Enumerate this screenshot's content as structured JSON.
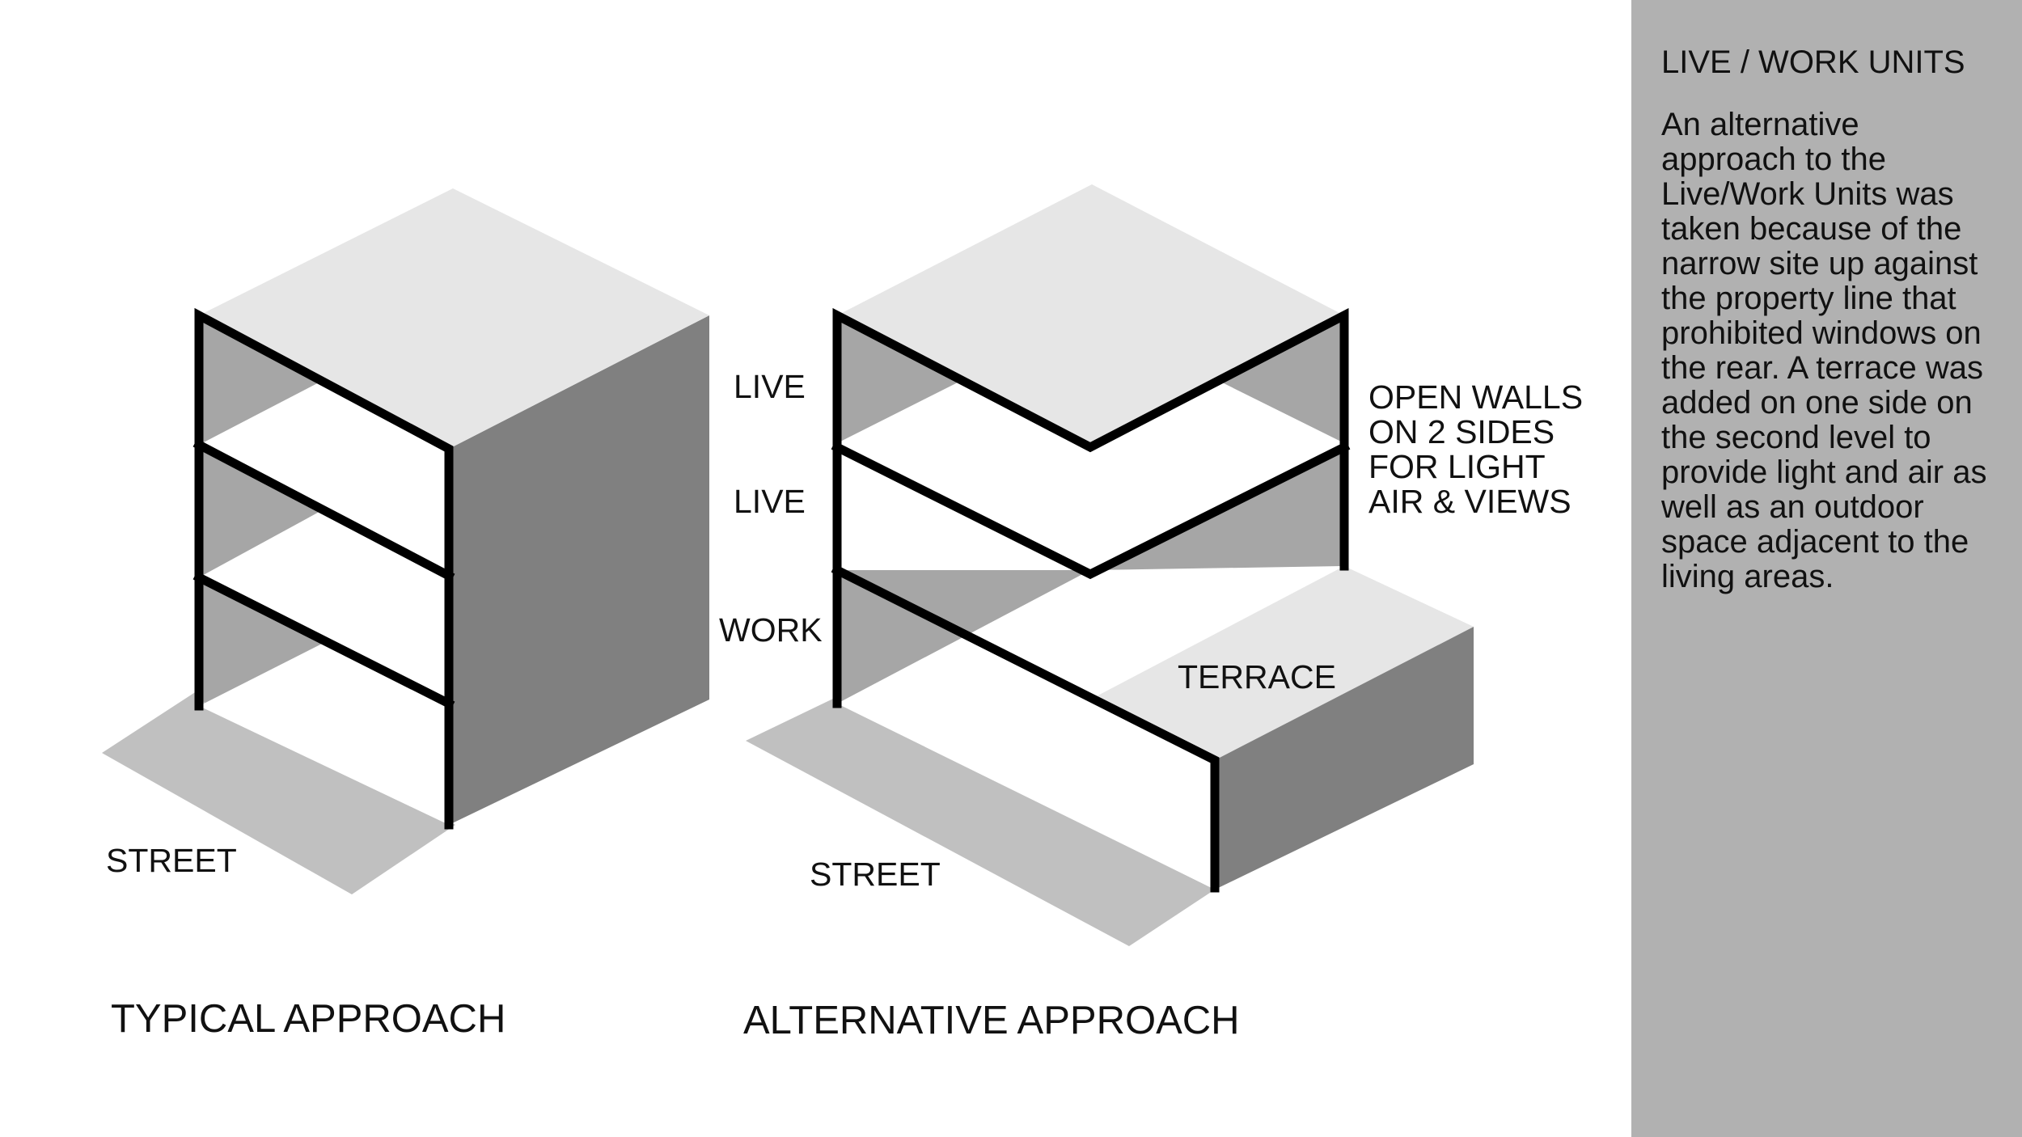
{
  "colors": {
    "background": "#ffffff",
    "sidebar": "#b1b1b1",
    "roof": "#e6e6e6",
    "side_wall": "#808080",
    "interior_wall": "#a6a6a6",
    "street": "#c0c0c0",
    "outline": "#000000"
  },
  "typical": {
    "title": "TYPICAL APPROACH",
    "street_label": "STREET"
  },
  "alternative": {
    "title": "ALTERNATIVE APPROACH",
    "street_label": "STREET",
    "floor_labels": [
      "LIVE",
      "LIVE",
      "WORK"
    ],
    "terrace_label": "TERRACE",
    "callout": "OPEN WALLS\nON 2 SIDES\nFOR LIGHT\nAIR & VIEWS"
  },
  "sidebar": {
    "title": "LIVE / WORK UNITS",
    "body": "An alternative\napproach to the\nLive/Work Units was\ntaken because of the\nnarrow site up against\nthe property line that\nprohibited windows on\nthe rear. A terrace was\nadded on one side on\nthe second level to\nprovide light and air as\nwell as an outdoor\nspace adjacent to the\nliving areas."
  }
}
